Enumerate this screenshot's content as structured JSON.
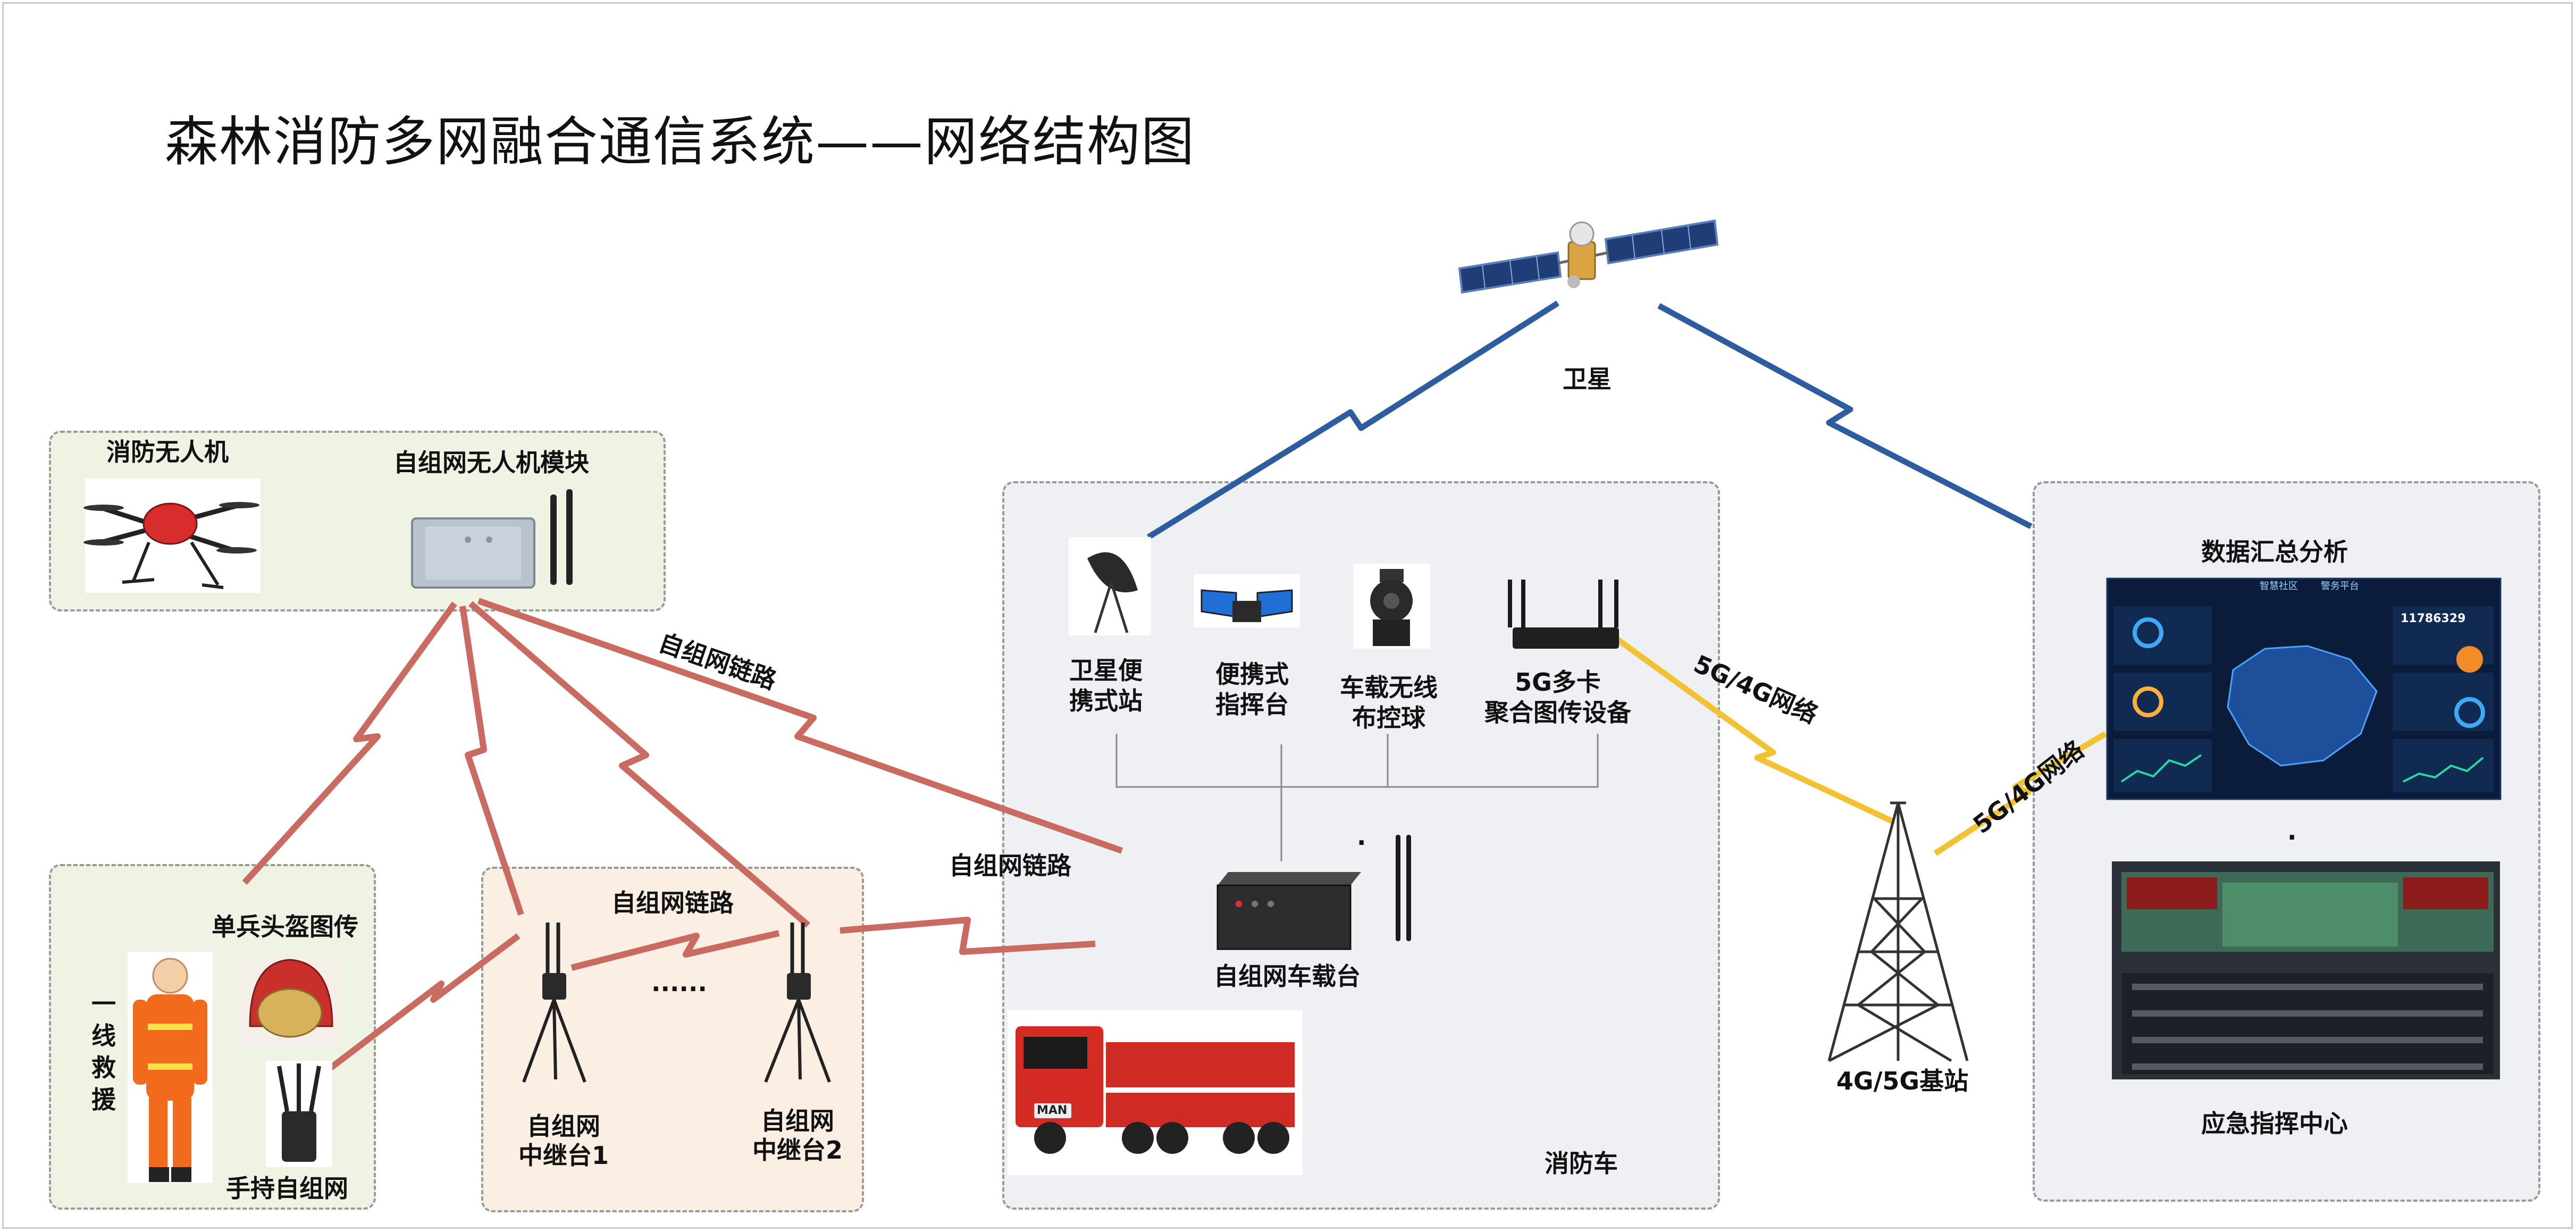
{
  "title": "森林消防多网融合通信系统——网络结构图",
  "nodes": {
    "satellite": "卫星",
    "drone": "消防无人机",
    "drone_module": "自组网无人机模块",
    "helmet": "单兵头盔图传",
    "frontline": [
      "一",
      "线",
      "救",
      "援"
    ],
    "handheld": "手持自组网",
    "relay1": [
      "自组网",
      "中继台1"
    ],
    "relay2": [
      "自组网",
      "中继台2"
    ],
    "relay_dots": "......",
    "sat_station": [
      "卫星便",
      "携式站"
    ],
    "portable_cmd": [
      "便携式",
      "指挥台"
    ],
    "ptz_camera": [
      "车载无线",
      "布控球"
    ],
    "router": [
      "5G多卡",
      "聚合图传设备"
    ],
    "vehicle_station": "自组网车载台",
    "fire_truck": "消防车",
    "base_station": "4G/5G基站",
    "data_analysis": "数据汇总分析",
    "command_center": "应急指挥中心",
    "dot1": ".",
    "dot2": "."
  },
  "links": {
    "adhoc_1": "自组网链路",
    "adhoc_2": "自组网链路",
    "adhoc_3": "自组网链路",
    "net_1": "5G/4G网络",
    "net_2": "5G/4G网络"
  },
  "dashboard": {
    "tab_left": "智慧社区",
    "tab_right": "警务平台",
    "counter": "11786329"
  },
  "truck_brand": "MAN",
  "colors": {
    "adhoc_link": "#c96b60",
    "satellite_link": "#2d5d9f",
    "network_link": "#f2c232",
    "panel_green": "#eef3e3",
    "panel_peach": "#fbeee3",
    "panel_gray": "#eef0f4"
  }
}
